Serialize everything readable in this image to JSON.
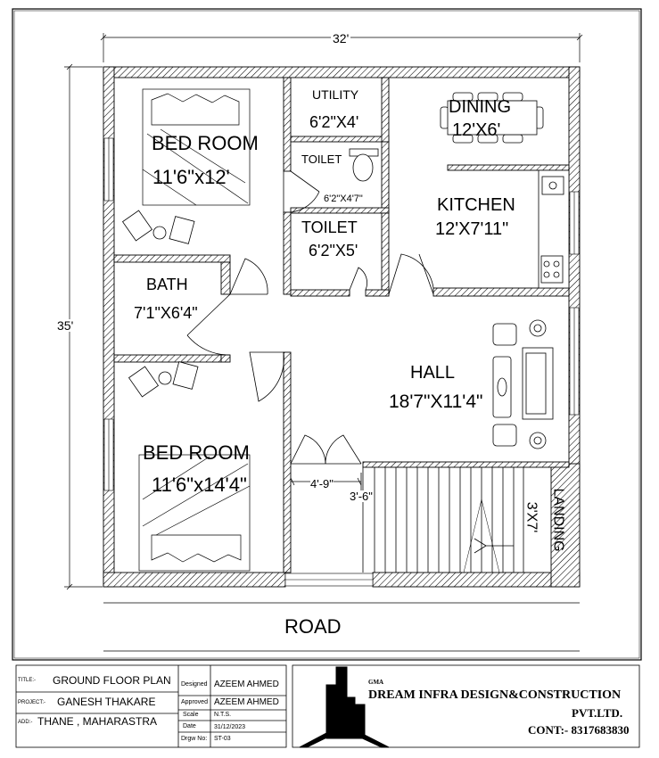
{
  "dimensions": {
    "width": "32'",
    "height": "35'"
  },
  "rooms": {
    "bedroom1": {
      "name": "BED ROOM",
      "size": "11'6\"x12'"
    },
    "utility": {
      "name": "UTILITY",
      "size": "6'2\"X4'"
    },
    "dining": {
      "name": "DINING",
      "size": "12'X6'"
    },
    "toilet1": {
      "name": "TOILET",
      "size": "6'2\"X4'7\""
    },
    "kitchen": {
      "name": "KITCHEN",
      "size": "12'X7'11\""
    },
    "toilet2": {
      "name": "TOILET",
      "size": "6'2\"X5'"
    },
    "bath": {
      "name": "BATH",
      "size": "7'1\"X6'4\""
    },
    "hall": {
      "name": "HALL",
      "size": "18'7\"X11'4\""
    },
    "bedroom2": {
      "name": "BED ROOM",
      "size": "11'6\"x14'4\""
    },
    "landing": {
      "name": "LANDING",
      "size": "3'X7'"
    }
  },
  "dims": {
    "opening": "4'-9\"",
    "stair_width": "3'-6\""
  },
  "road": "ROAD",
  "title_block": {
    "title_label": "TITLE:-",
    "title": "GROUND FLOOR PLAN",
    "project_label": "PROJECT:-",
    "project": "GANESH THAKARE",
    "address_label": "ADD:-",
    "address": "THANE , MAHARASTRA",
    "designed_label": "Designed",
    "designed": "AZEEM AHMED",
    "approved_label": "Approved",
    "approved": "AZEEM AHMED",
    "scale_label": "Scale",
    "scale": "N.T.S.",
    "date_label": "Date",
    "date": "31/12/2023",
    "drawing_label": "Drgw No:",
    "drawing": "ST-03"
  },
  "company": {
    "short": "GMA",
    "name": "DREAM INFRA DESIGN&CONSTRUCTION",
    "suffix": "PVT.LTD.",
    "contact": "CONT:- 8317683830"
  }
}
